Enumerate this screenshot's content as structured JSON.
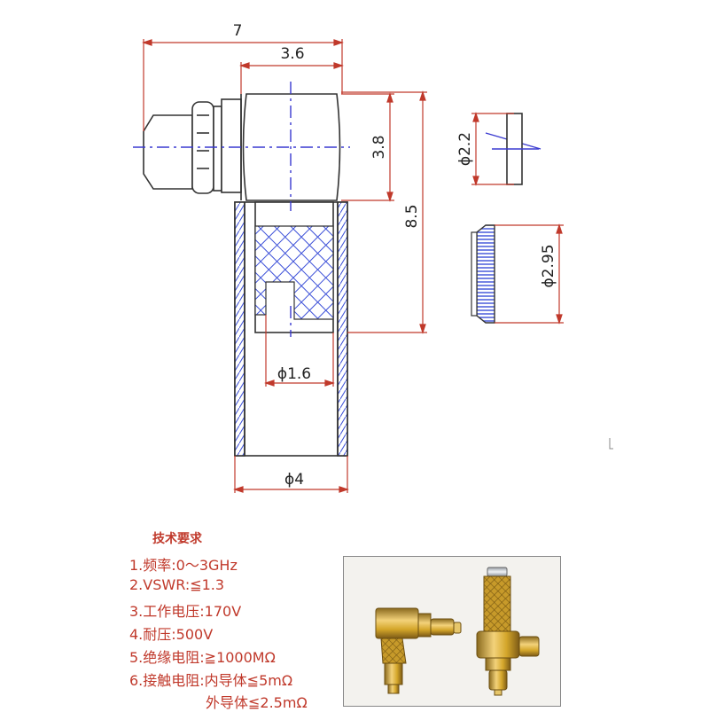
{
  "dimensions": {
    "total_width": "7",
    "body_width": "3.6",
    "body_height": "3.8",
    "total_height": "8.5",
    "pin_diameter": "ϕ2.2",
    "nut_diameter": "ϕ2.95",
    "inner_diameter": "ϕ1.6",
    "sleeve_diameter": "ϕ4"
  },
  "specs": {
    "title": "技术要求",
    "items": [
      "1.频率:0～3GHz",
      "2.VSWR:≦1.3",
      "3.工作电压:170V",
      "4.耐压:500V",
      "5.绝缘电阻:≧1000MΩ",
      "6.接触电阻:内导体≦5mΩ",
      "外导体≦2.5mΩ"
    ]
  },
  "colors": {
    "outline": "#333333",
    "dimension": "#c0392b",
    "center_line": "#3a3ad0",
    "hatch": "#3b4fd8",
    "hatch_fill": "#2e63c9",
    "gold": "#d4a62a"
  }
}
